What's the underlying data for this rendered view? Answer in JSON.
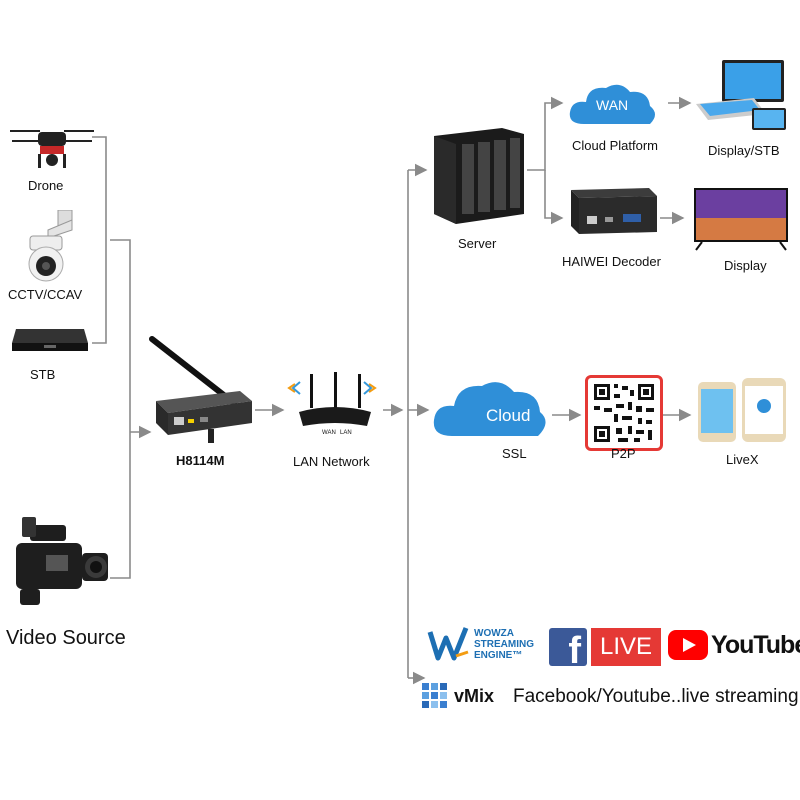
{
  "sources": {
    "drone": "Drone",
    "cctv": "CCTV/CCAV",
    "stb": "STB",
    "video_source": "Video Source"
  },
  "encoder": {
    "label": "H8114M"
  },
  "lan": {
    "label": "LAN Network",
    "port_wan": "WAN",
    "port_lan": "LAN"
  },
  "server": {
    "label": "Server"
  },
  "cloud_platform": {
    "label": "Cloud Platform",
    "badge": "WAN"
  },
  "decoder": {
    "label": "HAIWEI Decoder"
  },
  "display_stb": {
    "label": "Display/STB"
  },
  "display": {
    "label": "Display"
  },
  "cloud_ssl": {
    "badge": "Cloud",
    "label": "SSL"
  },
  "p2p": {
    "label": "P2P"
  },
  "livex": {
    "label": "LiveX"
  },
  "streaming": {
    "wowza_1": "WOWZA",
    "wowza_2": "STREAMING",
    "wowza_3": "ENGINE™",
    "facebook_f": "f",
    "live": "LIVE",
    "youtube": "YouTube",
    "vmix": "vMix",
    "caption": "Facebook/Youtube..live streaming"
  },
  "colors": {
    "line": "#8a8a8a",
    "cloud_blue": "#2f8fd8",
    "facebook_blue": "#3b5998",
    "live_red": "#e53935",
    "youtube_red": "#ff0000",
    "wowza_blue": "#1d6fb3",
    "qr_border": "#e53935"
  }
}
